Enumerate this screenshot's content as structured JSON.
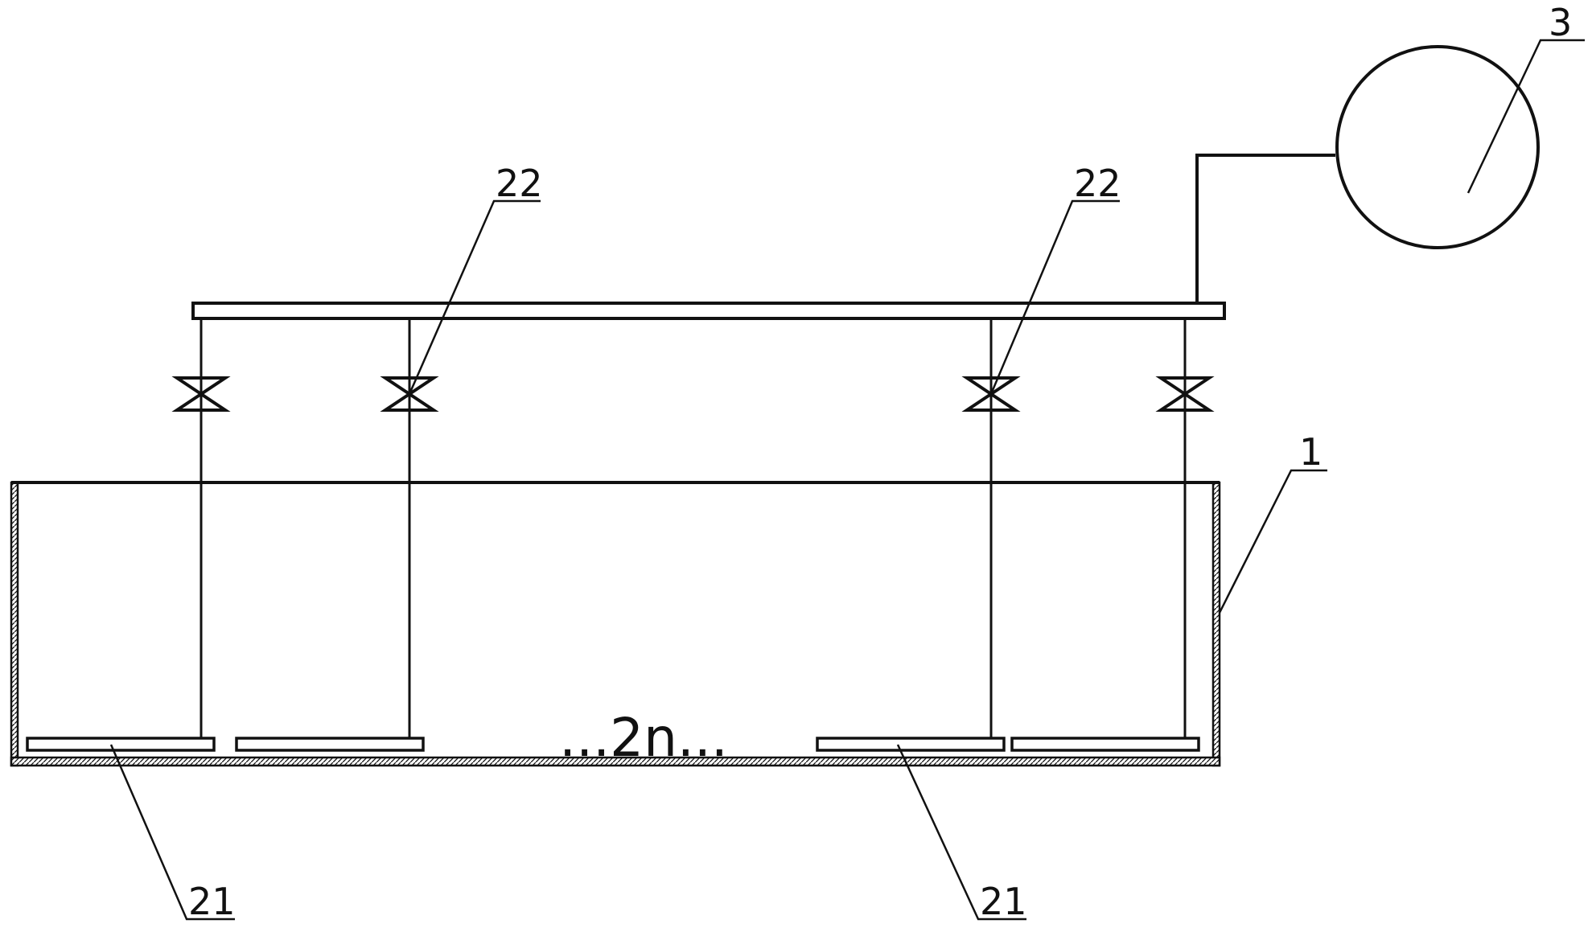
{
  "labels": {
    "tank": "1",
    "aerator": "21",
    "valve": "22",
    "blower": "3",
    "count": "...2n..."
  },
  "colors": {
    "line": "#111111",
    "background": "#ffffff"
  }
}
